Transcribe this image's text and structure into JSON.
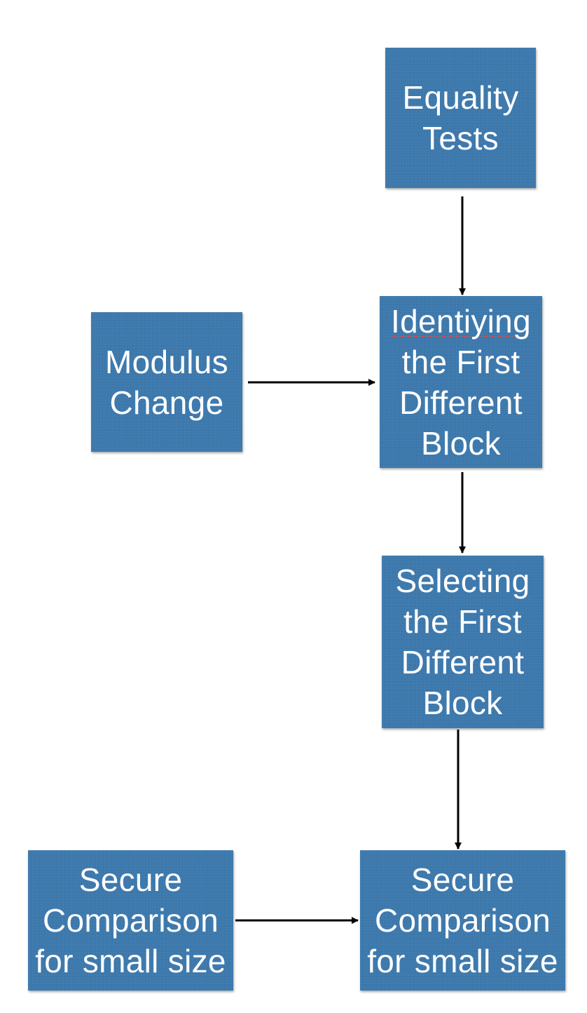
{
  "diagram": {
    "nodes": {
      "equality_tests": {
        "lines": [
          "Equality",
          "Tests"
        ]
      },
      "identifying_first_different_block": {
        "lines": [
          "Identiying",
          "the First",
          "Different",
          "Block"
        ]
      },
      "modulus_change": {
        "lines": [
          "Modulus",
          "Change"
        ]
      },
      "selecting_first_different_block": {
        "lines": [
          "Selecting",
          "the First",
          "Different",
          "Block"
        ]
      },
      "secure_comparison_left": {
        "lines": [
          "Secure",
          "Comparison",
          "for small size"
        ]
      },
      "secure_comparison_right": {
        "lines": [
          "Secure",
          "Comparison",
          "for small size"
        ]
      }
    },
    "edges": [
      {
        "from": "equality_tests",
        "to": "identifying_first_different_block"
      },
      {
        "from": "modulus_change",
        "to": "identifying_first_different_block"
      },
      {
        "from": "identifying_first_different_block",
        "to": "selecting_first_different_block"
      },
      {
        "from": "selecting_first_different_block",
        "to": "secure_comparison_right"
      },
      {
        "from": "secure_comparison_left",
        "to": "secure_comparison_right"
      }
    ],
    "colors": {
      "box_fill": "#3d79ad",
      "box_text": "#ffffff",
      "arrow": "#000000",
      "spellcheck_underline": "#d84a4a"
    }
  }
}
